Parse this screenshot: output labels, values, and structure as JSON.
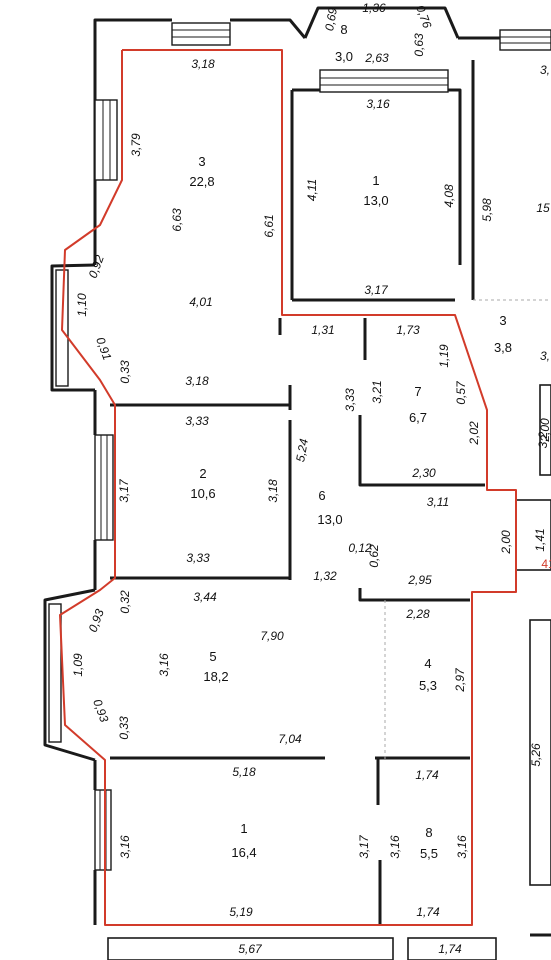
{
  "rooms": [
    {
      "id": "r3",
      "number": "3",
      "area": "22,8"
    },
    {
      "id": "r1top",
      "number": "1",
      "area": "13,0"
    },
    {
      "id": "r8top",
      "number": "8",
      "area": "3,0"
    },
    {
      "id": "r3right",
      "number": "3",
      "area": "3,8"
    },
    {
      "id": "r7",
      "number": "7",
      "area": "6,7"
    },
    {
      "id": "r2",
      "number": "2",
      "area": "10,6"
    },
    {
      "id": "r6",
      "number": "6",
      "area": "13,0"
    },
    {
      "id": "r5",
      "number": "5",
      "area": "18,2"
    },
    {
      "id": "r4",
      "number": "4",
      "area": "5,3"
    },
    {
      "id": "r1bottom",
      "number": "1",
      "area": "16,4"
    },
    {
      "id": "r8bottom",
      "number": "8",
      "area": "5,5"
    }
  ],
  "dimensions": {
    "d_0_69": "0,69",
    "d_1_36": "1,36",
    "d_0_76": "0,76",
    "d_0_63": "0,63",
    "d_2_63": "2,63",
    "d_3_16a": "3,16",
    "d_3_18a": "3,18",
    "d_3_79": "3,79",
    "d_6_63": "6,63",
    "d_6_61": "6,61",
    "d_4_11": "4,11",
    "d_4_08": "4,08",
    "d_5_98": "5,98",
    "d_0_92": "0,92",
    "d_1_10a": "1,10",
    "d_0_91": "0,91",
    "d_4_01": "4,01",
    "d_3_17a": "3,17",
    "d_1_31": "1,31",
    "d_1_73": "1,73",
    "d_1_19": "1,19",
    "d_0_33a": "0,33",
    "d_3_18b": "3,18",
    "d_3_33a": "3,33",
    "d_3_33b": "3,33",
    "d_3_21": "3,21",
    "d_0_57": "0,57",
    "d_2_02": "2,02",
    "d_5_24": "5,24",
    "d_3_17b": "3,17",
    "d_3_18c": "3,18",
    "d_2_30": "2,30",
    "d_3_11": "3,11",
    "d_2_00": "2,00",
    "d_1_41": "1,41",
    "d_0_12": "0,12",
    "d_0_62": "0,62",
    "d_3_33c": "3,33",
    "d_1_32": "1,32",
    "d_2_95": "2,95",
    "d_0_32": "0,32",
    "d_3_44": "3,44",
    "d_2_28": "2,28",
    "d_0_93a": "0,93",
    "d_7_90": "7,90",
    "d_1_09": "1,09",
    "d_3_16b": "3,16",
    "d_2_97": "2,97",
    "d_0_93b": "0,93",
    "d_0_33b": "0,33",
    "d_7_04": "7,04",
    "d_5_18": "5,18",
    "d_1_74a": "1,74",
    "d_3_16c": "3,16",
    "d_3_17c": "3,17",
    "d_3_16d": "3,16",
    "d_3_16e": "3,16",
    "d_5_19": "5,19",
    "d_1_74b": "1,74",
    "d_5_67": "5,67",
    "d_1_74c": "1,74",
    "d_3_2": "3,2",
    "d_3_x": "3,",
    "d_3_y": "3,",
    "d_5_26": "5,26",
    "d_2_00b": "2,00",
    "d_41": "41",
    "d_15": "15"
  },
  "colors": {
    "outline": "#d23b2a",
    "wall": "#1a1a1a"
  }
}
